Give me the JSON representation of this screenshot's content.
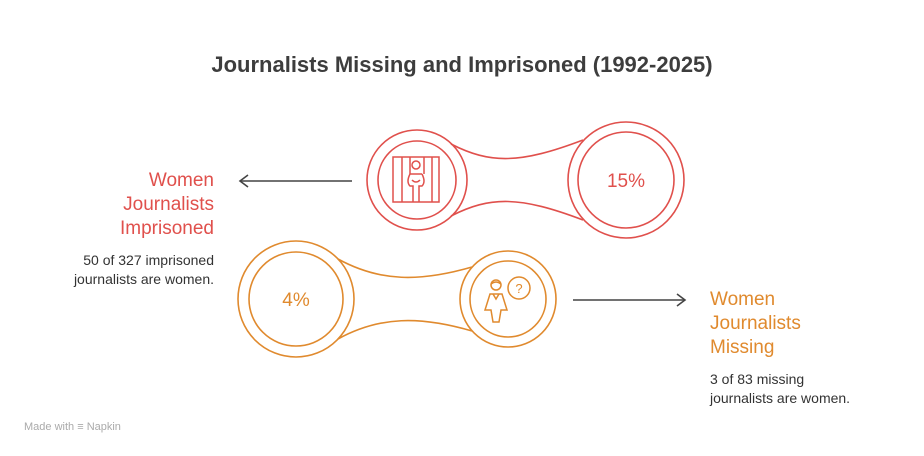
{
  "title": "Journalists Missing and Imprisoned (1992-2025)",
  "imprisoned": {
    "heading": [
      "Women",
      "Journalists",
      "Imprisoned"
    ],
    "description": [
      "50 of 327 imprisoned",
      "journalists are women."
    ],
    "percent": "15%",
    "icon": "prisoner-behind-bars-icon",
    "color": "#E0504C"
  },
  "missing": {
    "heading": [
      "Women",
      "Journalists",
      "Missing"
    ],
    "description": [
      "3 of 83 missing",
      "journalists are women."
    ],
    "percent": "4%",
    "icon": "person-question-icon",
    "color": "#E08A2E"
  },
  "footer": {
    "label": "Made with",
    "brand": "Napkin"
  }
}
